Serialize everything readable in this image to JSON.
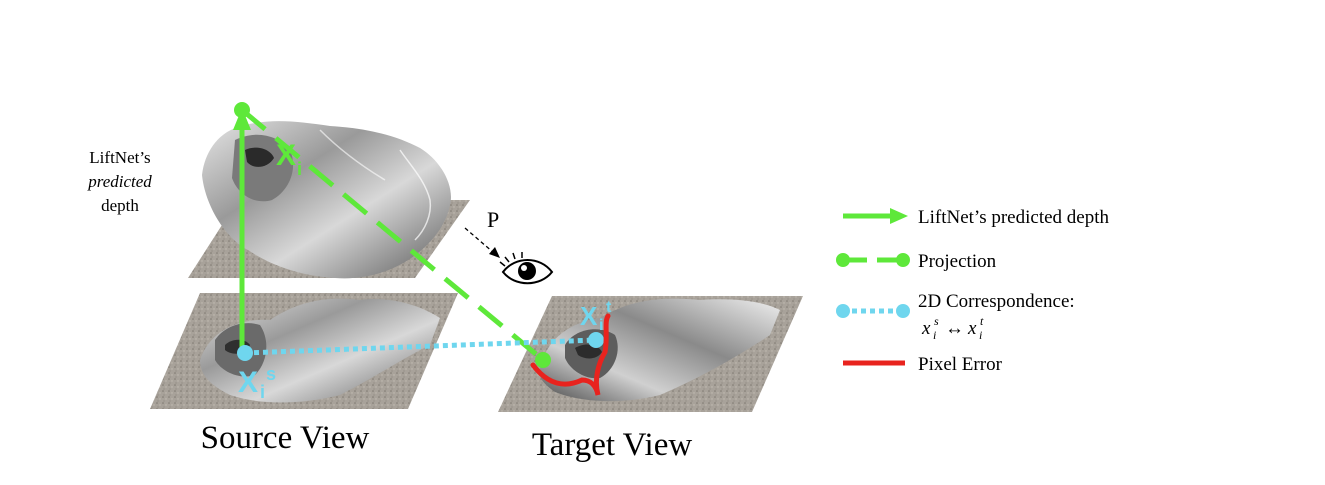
{
  "left_annotation": {
    "line1": "LiftNet’s",
    "line2": "predicted",
    "line3": "depth"
  },
  "labels": {
    "source_view": "Source View",
    "target_view": "Target View",
    "point_3d": "X",
    "point_3d_sub": "i",
    "point_src": "X",
    "point_src_sub": "i",
    "point_src_sup": "s",
    "point_tgt": "X",
    "point_tgt_sub": "i",
    "point_tgt_sup": "t",
    "camera": "P"
  },
  "legend": [
    {
      "key": "depth",
      "label": "LiftNet’s predicted depth"
    },
    {
      "key": "projection",
      "label": "Projection"
    },
    {
      "key": "correspondence",
      "label": "2D Correspondence:",
      "formula_base1": "x",
      "formula_sub1": "i",
      "formula_sup1": "s",
      "formula_arrow": "↔",
      "formula_base2": "x",
      "formula_sub2": "i",
      "formula_sup2": "t"
    },
    {
      "key": "pixel_error",
      "label": "Pixel Error"
    }
  ],
  "colors": {
    "green": "#5ee83a",
    "cyan": "#6fd6ee",
    "red": "#e8231e",
    "ground": "#a8a29a",
    "statue_dark": "#4a4a4a",
    "statue_light": "#c8c8c8"
  },
  "icons": {
    "camera": "eye-icon"
  }
}
